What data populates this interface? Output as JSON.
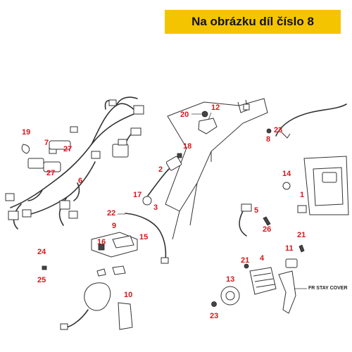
{
  "header": {
    "title": "Na obrázku díl číslo 8"
  },
  "callouts": [
    {
      "id": "c1",
      "text": "1"
    },
    {
      "id": "c2",
      "text": "2"
    },
    {
      "id": "c3",
      "text": "3"
    },
    {
      "id": "c4",
      "text": "4"
    },
    {
      "id": "c5",
      "text": "5"
    },
    {
      "id": "c6",
      "text": "6"
    },
    {
      "id": "c7",
      "text": "7"
    },
    {
      "id": "c8",
      "text": "8"
    },
    {
      "id": "c9",
      "text": "9"
    },
    {
      "id": "c10",
      "text": "10"
    },
    {
      "id": "c11",
      "text": "11"
    },
    {
      "id": "c12",
      "text": "12"
    },
    {
      "id": "c13",
      "text": "13"
    },
    {
      "id": "c14",
      "text": "14"
    },
    {
      "id": "c15",
      "text": "15"
    },
    {
      "id": "c16",
      "text": "16"
    },
    {
      "id": "c17",
      "text": "17"
    },
    {
      "id": "c18",
      "text": "18"
    },
    {
      "id": "c19",
      "text": "19"
    },
    {
      "id": "c20",
      "text": "20"
    },
    {
      "id": "c21a",
      "text": "21"
    },
    {
      "id": "c21b",
      "text": "21"
    },
    {
      "id": "c22",
      "text": "22"
    },
    {
      "id": "c23a",
      "text": "23"
    },
    {
      "id": "c23b",
      "text": "23"
    },
    {
      "id": "c24",
      "text": "24"
    },
    {
      "id": "c25",
      "text": "25"
    },
    {
      "id": "c26",
      "text": "26"
    },
    {
      "id": "c27a",
      "text": "27"
    },
    {
      "id": "c27b",
      "text": "27"
    }
  ],
  "annotations": {
    "fr_stay_cover": "FR STAY COVER"
  },
  "colors": {
    "banner": "#f5c400",
    "callout": "#d6161b",
    "line": "#333333"
  }
}
